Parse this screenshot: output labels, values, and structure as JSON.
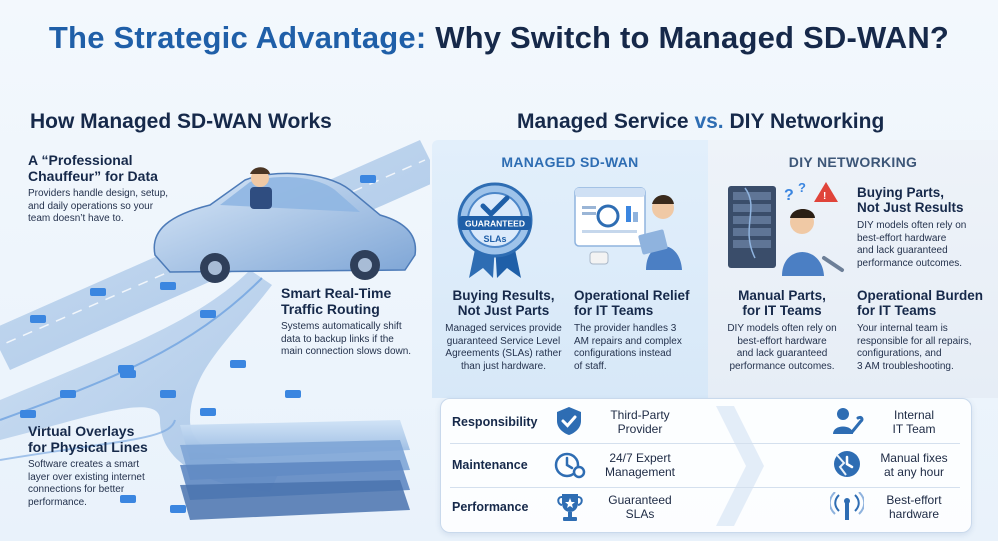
{
  "title": {
    "part1": "The Strategic Advantage:",
    "part2": "Why Switch to Managed SD-WAN?"
  },
  "left": {
    "heading": "How Managed SD-WAN Works",
    "blocks": [
      {
        "title1": "A “Professional",
        "title2": "Chauffeur” for Data",
        "lines": [
          "Providers handle design, setup,",
          "and daily operations so your",
          "team doesn’t have to."
        ]
      },
      {
        "title1": "Smart Real-Time",
        "title2": "Traffic Routing",
        "lines": [
          "Systems automatically shift",
          "data to backup links if the",
          "main connection slows down."
        ]
      },
      {
        "title1": "Virtual Overlays",
        "title2": "for Physical Lines",
        "lines": [
          "Software creates a smart",
          "layer over existing internet",
          "connections for better",
          "performance."
        ]
      }
    ]
  },
  "right": {
    "heading_part1": "Managed Service",
    "heading_vs": "vs.",
    "heading_part2": "DIY Networking",
    "managed": {
      "label": "MANAGED SD-WAN",
      "badge_text1": "GUARANTEED",
      "badge_text2": "SLAs",
      "col1": {
        "title1": "Buying Results,",
        "title2": "Not Just Parts",
        "lines": [
          "Managed services provide",
          "guaranteed Service Level",
          "Agreements (SLAs) rather",
          "than just hardware."
        ]
      },
      "col2": {
        "title1": "Operational Relief",
        "title2": "for IT Teams",
        "lines": [
          "The provider handles 3",
          "AM repairs and complex",
          "configurations instead",
          "of staff."
        ]
      }
    },
    "diy": {
      "label": "DIY NETWORKING",
      "col1": {
        "title1": "Buying Parts,",
        "title2": "Not Just Results",
        "lines": [
          "DIY models often rely on",
          "best-effort hardware",
          "and lack guaranteed",
          "performance outcomes."
        ]
      },
      "col2": {
        "title1": "Manual Parts,",
        "title2": "for IT Teams",
        "lines": [
          "DIY models often rely on",
          "best-effort hardware",
          "and lack guaranteed",
          "performance outcomes."
        ]
      },
      "col3": {
        "title1": "Operational Burden",
        "title2": "for IT Teams",
        "lines": [
          "Your internal team is",
          "responsible for all repairs,",
          "configurations, and",
          "3 AM troubleshooting."
        ]
      }
    }
  },
  "table": {
    "rows": [
      {
        "label": "Responsibility",
        "managed_icon": "shield-check-icon",
        "managed1": "Third-Party",
        "managed2": "Provider",
        "diy_icon": "person-wrench-icon",
        "diy1": "Internal",
        "diy2": "IT Team"
      },
      {
        "label": "Maintenance",
        "managed_icon": "clock-gear-icon",
        "managed1": "24/7 Expert",
        "managed2": "Management",
        "diy_icon": "broken-clock-icon",
        "diy1": "Manual fixes",
        "diy2": "at any hour"
      },
      {
        "label": "Performance",
        "managed_icon": "trophy-icon",
        "managed1": "Guaranteed",
        "managed2": "SLAs",
        "diy_icon": "antenna-icon",
        "diy1": "Best-effort",
        "diy2": "hardware"
      }
    ]
  },
  "colors": {
    "brand_blue": "#1f5fa8",
    "navy": "#16294a",
    "light_blue": "#2e6db3"
  }
}
